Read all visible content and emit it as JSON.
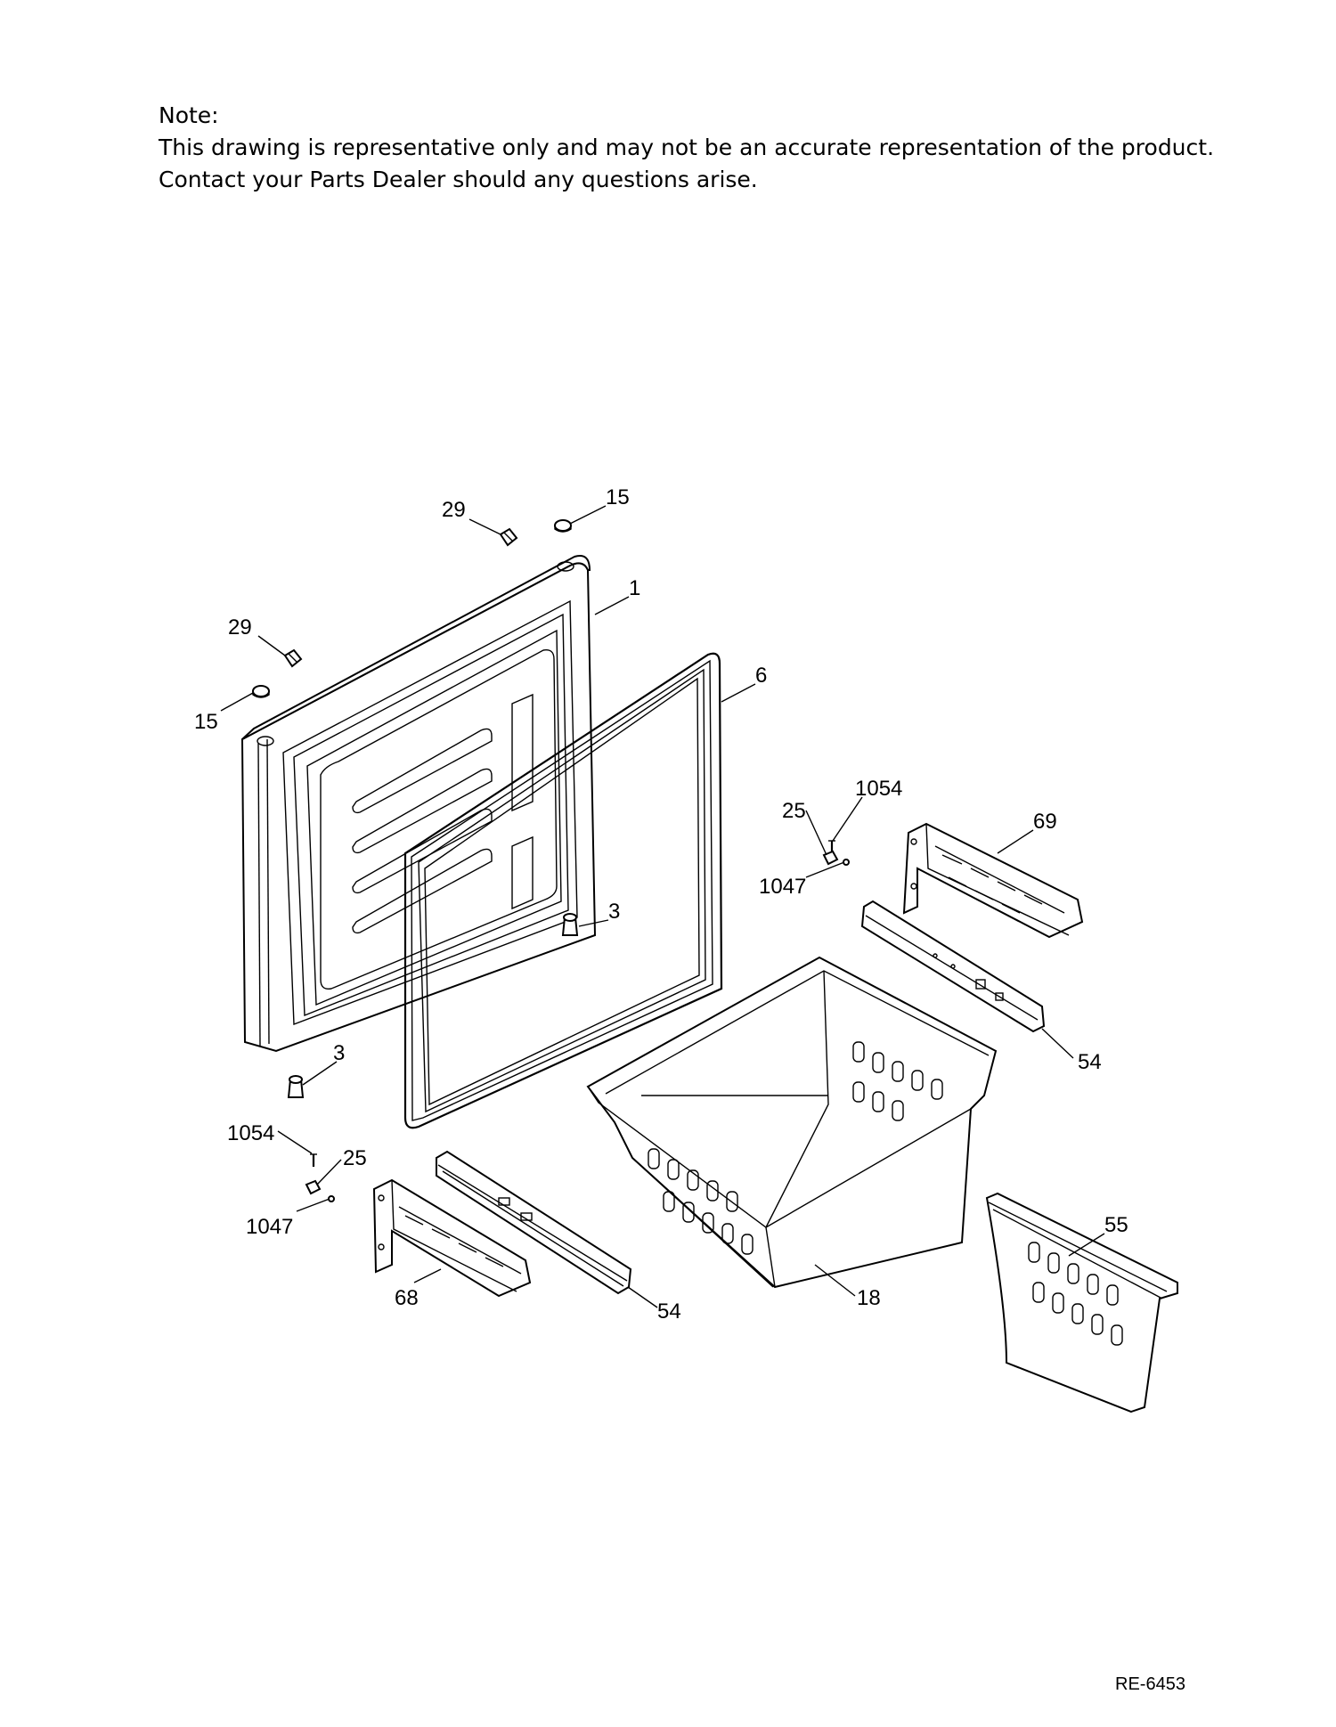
{
  "note": {
    "heading": "Note:",
    "line1": "This drawing is representative only and may not be an accurate representation of the product.",
    "line2": "Contact your Parts Dealer should any questions arise."
  },
  "callouts": [
    {
      "id": "c29a",
      "label": "29"
    },
    {
      "id": "c15a",
      "label": "15"
    },
    {
      "id": "c1",
      "label": "1"
    },
    {
      "id": "c29b",
      "label": "29"
    },
    {
      "id": "c15b",
      "label": "15"
    },
    {
      "id": "c6",
      "label": "6"
    },
    {
      "id": "c1054a",
      "label": "1054"
    },
    {
      "id": "c25a",
      "label": "25"
    },
    {
      "id": "c69",
      "label": "69"
    },
    {
      "id": "c1047a",
      "label": "1047"
    },
    {
      "id": "c3a",
      "label": "3"
    },
    {
      "id": "c54a",
      "label": "54"
    },
    {
      "id": "c3b",
      "label": "3"
    },
    {
      "id": "c1054b",
      "label": "1054"
    },
    {
      "id": "c25b",
      "label": "25"
    },
    {
      "id": "c1047b",
      "label": "1047"
    },
    {
      "id": "c55",
      "label": "55"
    },
    {
      "id": "c68",
      "label": "68"
    },
    {
      "id": "c54b",
      "label": "54"
    },
    {
      "id": "c18",
      "label": "18"
    }
  ],
  "drawing_number": "RE-6453"
}
